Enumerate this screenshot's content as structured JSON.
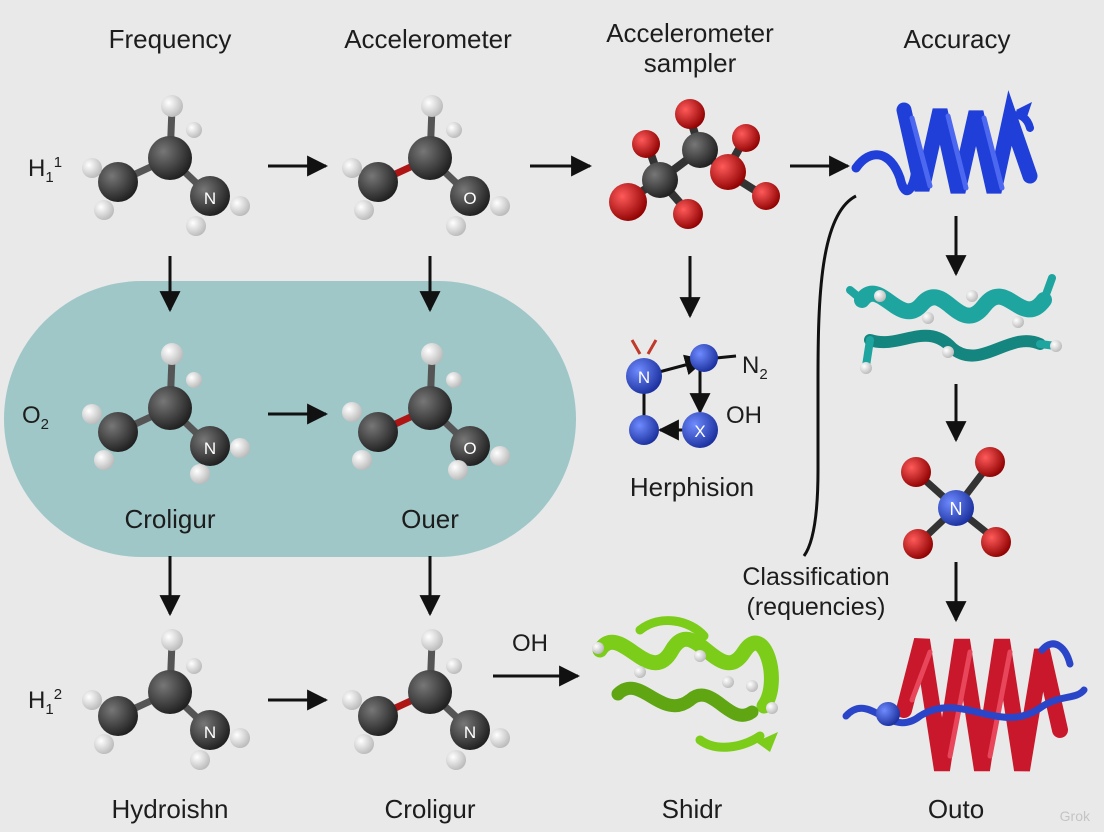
{
  "columns": {
    "frequency": "Frequency",
    "accelerometer": "Accelerometer",
    "sampler": "Accelerometer\nsampler",
    "accuracy": "Accuracy"
  },
  "row_labels": {
    "h1_top": {
      "base": "H",
      "sub": "1",
      "sup": "1"
    },
    "o2": {
      "base": "O",
      "sub": "2"
    },
    "h1_bottom": {
      "base": "H",
      "sub": "1",
      "sup": "2"
    }
  },
  "molecule_labels": {
    "croligur_mid": "Croligur",
    "ouer": "Ouer",
    "herphision": "Herphision",
    "hydroishn": "Hydroishn",
    "croligur_bottom": "Croligur",
    "shidr": "Shidr",
    "outo": "Outo"
  },
  "ring_labels": {
    "n2": {
      "base": "N",
      "sub": "2"
    },
    "oh": "OH",
    "atom_n": "N",
    "atom_x": "X"
  },
  "atom_letters": {
    "n": "N",
    "o": "O"
  },
  "arrow_label_oh": "OH",
  "classification": "Classification\n(requencies)",
  "watermark": "Grok",
  "colors": {
    "background": "#e9e9e9",
    "panel": "#9fc7c7",
    "carbon": "#3a3a3a",
    "hydrogen": "#f2f2f2",
    "oxygen": "#d40d0d",
    "nitrogen": "#2b4fd6",
    "protein_blue": "#1f3fd8",
    "protein_teal": "#1ea5a0",
    "protein_green": "#7ccc1a",
    "protein_red": "#c9182c"
  }
}
